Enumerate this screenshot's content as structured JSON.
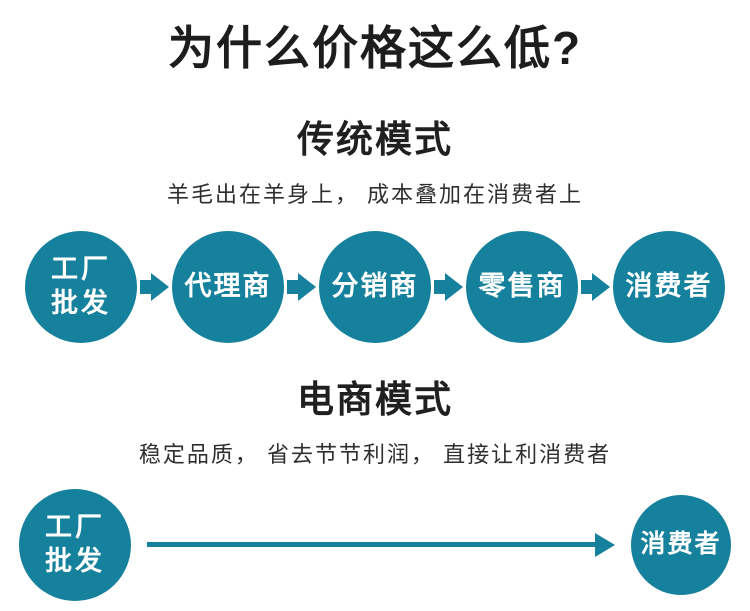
{
  "title": "为什么价格这么低?",
  "traditional": {
    "heading": "传统模式",
    "subtitle": "羊毛出在羊身上， 成本叠加在消费者上",
    "nodes": [
      "工厂批发",
      "代理商",
      "分销商",
      "零售商",
      "消费者"
    ]
  },
  "ecommerce": {
    "heading": "电商模式",
    "subtitle": "稳定品质， 省去节节利润， 直接让利消费者",
    "start_node": "工厂批发",
    "end_node": "消费者"
  },
  "colors": {
    "accent": "#16819c",
    "title": "#1d1d1d"
  }
}
